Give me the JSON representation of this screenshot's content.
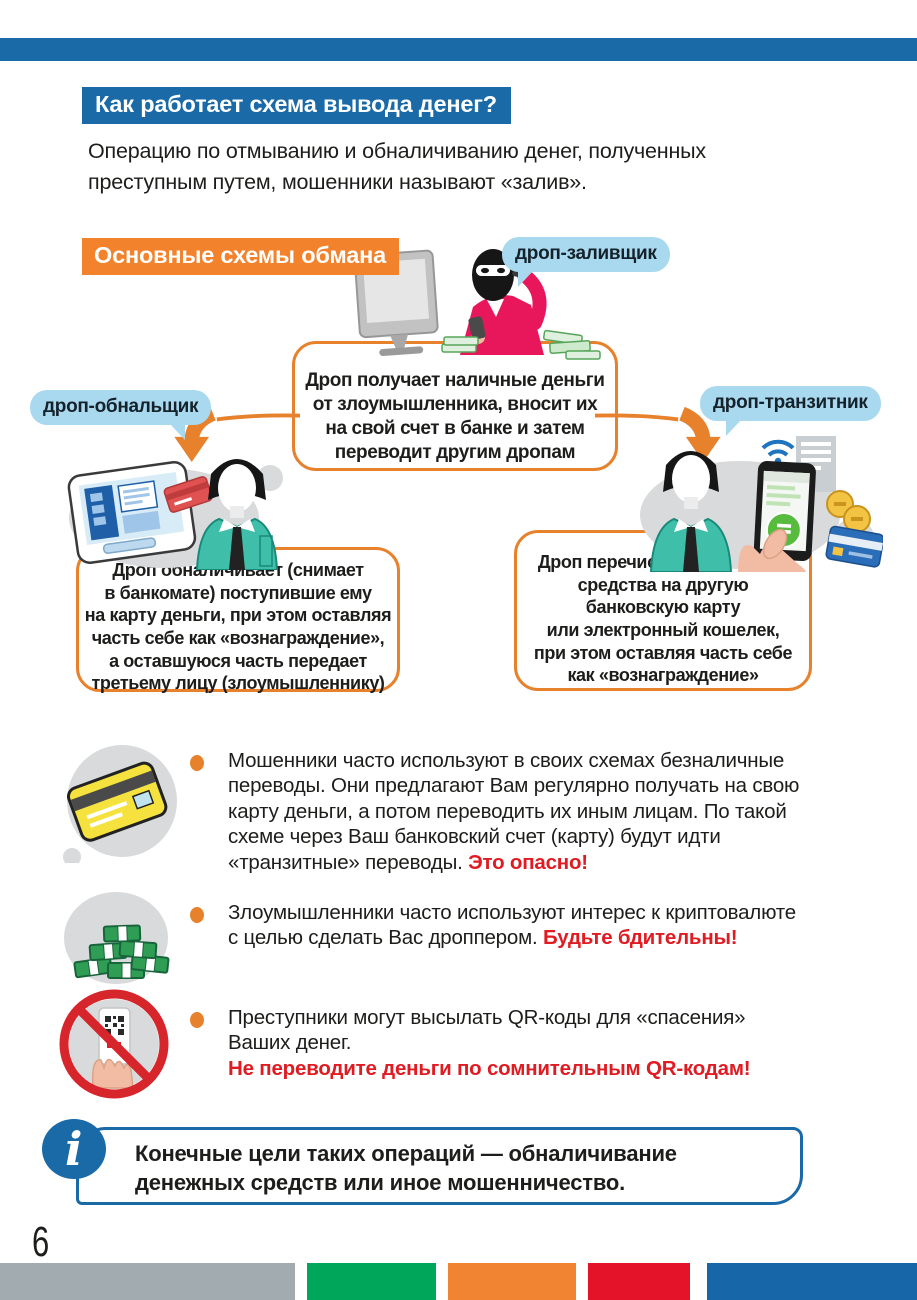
{
  "page": {
    "number": "6"
  },
  "header": {
    "title": "Как работает схема вывода денег?",
    "intro": "Операцию по отмыванию и обналичиванию денег, полученных\nпреступным путем, мошенники называют «залив»."
  },
  "scheme": {
    "section_title": "Основные схемы обмана",
    "labels": {
      "top": "дроп-заливщик",
      "left": "дроп-обнальщик",
      "right": "дроп-транзитник"
    },
    "center_box": "Дроп получает наличные деньги\nот злоумышленника, вносит их\nна свой счет в банке и затем\nпереводит другим дропам",
    "left_box": "Дроп обналичивает (снимает\nв банкомате) поступившие ему\nна карту деньги, при этом оставляя\nчасть себе как «вознаграждение»,\nа оставшуюся часть передает\nтретьему лицу (злоумышленнику)",
    "right_box": "Дроп перечисляет денежные\nсредства на другую\nбанковскую карту\nили электронный кошелек,\nпри этом оставляя часть себе\nкак «вознаграждение»"
  },
  "bullets": [
    {
      "icon": "credit-card-icon",
      "text": "Мошенники часто используют в своих схемах безналичные\nпереводы. Они предлагают Вам регулярно получать на свою\nкарту деньги, а потом переводить их иным лицам. По такой\nсхеме через Ваш банковский счет (карту) будут идти\n«транзитные» переводы. ",
      "warning": "Это опасно!"
    },
    {
      "icon": "money-stack-icon",
      "text": "Злоумышленники часто используют интерес к криптовалюте\nс целью сделать Вас дроппером. ",
      "warning": "Будьте бдительны!"
    },
    {
      "icon": "no-qr-icon",
      "text": "Преступники могут высылать QR-коды для «спасения»\nВаших денег.",
      "warning": "Не переводите деньги по сомнительным QR-кодам!"
    }
  ],
  "info_box": {
    "text": "Конечные цели таких операций — обналичивание\nденежных средств или иное мошенничество."
  },
  "icons": [
    "masked-fraudster-illustration",
    "atm-person-illustration",
    "phone-transfer-illustration",
    "credit-card-icon",
    "money-stack-icon",
    "no-qr-icon",
    "info-icon"
  ],
  "colors": {
    "primary_blue": "#1a6aa8",
    "accent_orange": "#e8812c",
    "header_orange": "#f2822c",
    "bubble_blue": "#a9d9ef",
    "warning_red": "#e01b22",
    "footer_segments": [
      "#a2abb0",
      "#00a65a",
      "#f08432",
      "#e5132a",
      "#1766a8"
    ]
  }
}
